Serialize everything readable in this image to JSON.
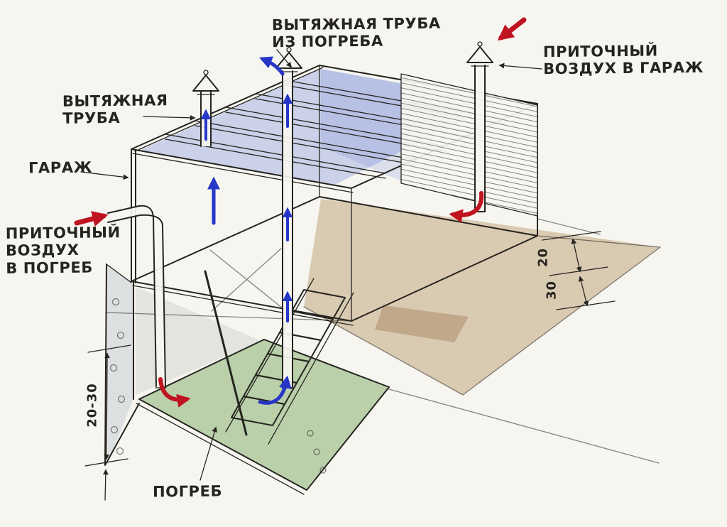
{
  "labels": {
    "exhaust_pipe_from_cellar": "ВЫТЯЖНАЯ ТРУБА\nИЗ ПОГРЕБА",
    "supply_air_to_garage": "ПРИТОЧНЫЙ\nВОЗДУХ В ГАРАЖ",
    "exhaust_pipe": "ВЫТЯЖНАЯ\nТРУБА",
    "garage": "ГАРАЖ",
    "supply_air_to_cellar": "ПРИТОЧНЫЙ\nВОЗДУХ\nВ ПОГРЕБ",
    "cellar": "ПОГРЕБ"
  },
  "dimensions": {
    "cellar_wall_offset": "20-30",
    "right_offset_top": "20",
    "right_offset_bottom": "30"
  },
  "colors": {
    "ink": "#26241f",
    "paper": "#f6f5f0",
    "flow_blue": "#2637c8",
    "flow_red": "#c01320",
    "garage_shading": "#5b74d8",
    "ground_shading": "#b08954",
    "cellar_floor": "#7cab66",
    "wall_shading": "#93a2b5"
  }
}
